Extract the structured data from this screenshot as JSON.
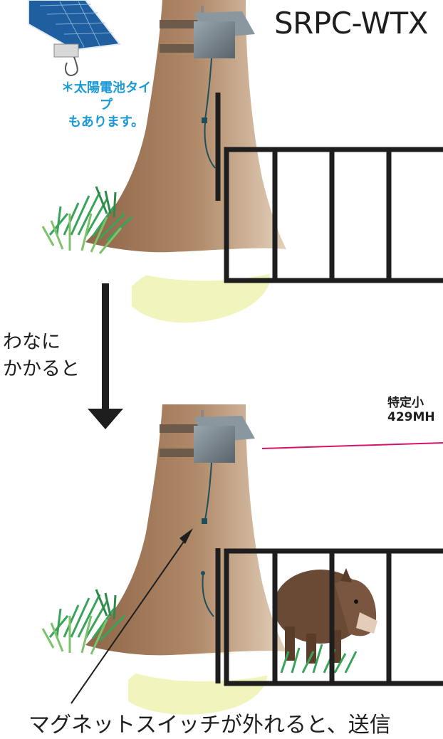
{
  "title": "SRPC-WTX",
  "solar_note": {
    "line1": "＊太陽電池タイプ",
    "line2": "もあります。"
  },
  "trap_note": {
    "line1": "わなに",
    "line2": "かかると"
  },
  "radio_note": {
    "line1": "特定小",
    "line2": "429MH"
  },
  "bottom_caption": "マグネットスイッチが外れると、送信",
  "colors": {
    "tree": "#b08968",
    "grass": "#3aa35a",
    "cage": "#1e1e1e",
    "device": "#6f7b83",
    "solar_panel": "#1f5f9f",
    "radio_line": "#d3146b",
    "boar": "#6b4a35",
    "accent_text": "#1a9ad6"
  }
}
